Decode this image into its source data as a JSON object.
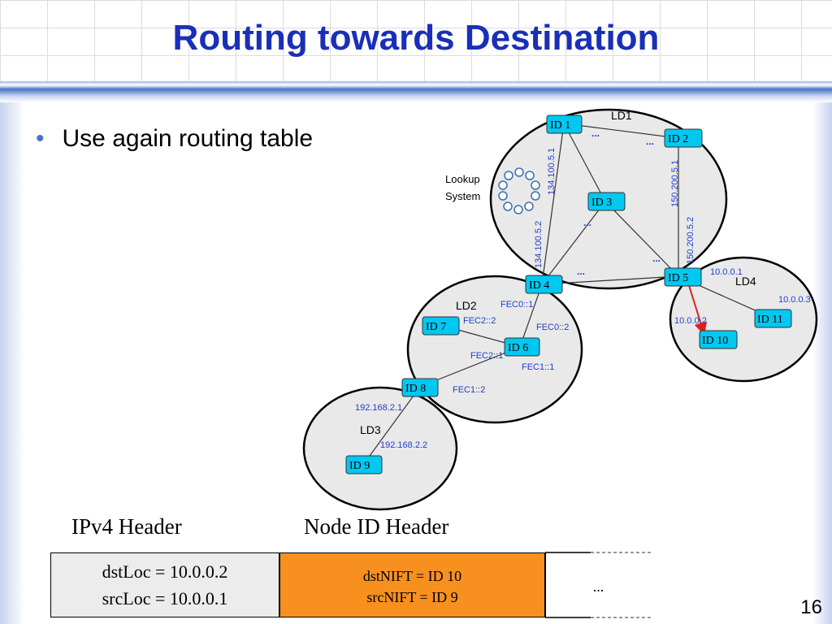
{
  "title": "Routing towards Destination",
  "bullet": "Use again routing table",
  "lookup_label": [
    "Lookup",
    "System"
  ],
  "domains": [
    {
      "id": "ld1",
      "label": "LD1"
    },
    {
      "id": "ld2",
      "label": "LD2"
    },
    {
      "id": "ld3",
      "label": "LD3"
    },
    {
      "id": "ld4",
      "label": "LD4"
    }
  ],
  "nodes": [
    {
      "id": "n1",
      "label": "ID 1"
    },
    {
      "id": "n2",
      "label": "ID 2"
    },
    {
      "id": "n3",
      "label": "ID 3"
    },
    {
      "id": "n4",
      "label": "ID 4"
    },
    {
      "id": "n5",
      "label": "ID 5"
    },
    {
      "id": "n6",
      "label": "ID 6"
    },
    {
      "id": "n7",
      "label": "ID 7"
    },
    {
      "id": "n8",
      "label": "ID 8"
    },
    {
      "id": "n9",
      "label": "ID 9"
    },
    {
      "id": "n10",
      "label": "ID 10"
    },
    {
      "id": "n11",
      "label": "ID 11"
    }
  ],
  "addresses": [
    "134.100.5.1",
    "134.100.5.2",
    "150.200.5.1",
    "150.200.5.2",
    "10.0.0.1",
    "10.0.0.2",
    "10.0.0.3",
    "FEC0::1",
    "FEC0::2",
    "FEC2::2",
    "FEC2::1",
    "FEC1::1",
    "FEC1::2",
    "192.168.2.1",
    "192.168.2.2"
  ],
  "ellipsis": "...",
  "headers": {
    "ipv4_label": "IPv4 Header",
    "node_id_label": "Node ID Header",
    "ipv4_dst": "dstLoc = 10.0.0.2",
    "ipv4_src": "srcLoc = 10.0.0.1",
    "nift_dst": "dstNIFT = ID 10",
    "nift_src": "srcNIFT = ID  9",
    "rest": "..."
  },
  "page_number": "16",
  "colors": {
    "title": "#1a2fb8",
    "node_fill": "#00c8f0",
    "domain_fill": "#e9e9e9",
    "address_text": "#1f3fc9",
    "route_arrow": "#e02020",
    "nift_box": "#f7901e"
  }
}
